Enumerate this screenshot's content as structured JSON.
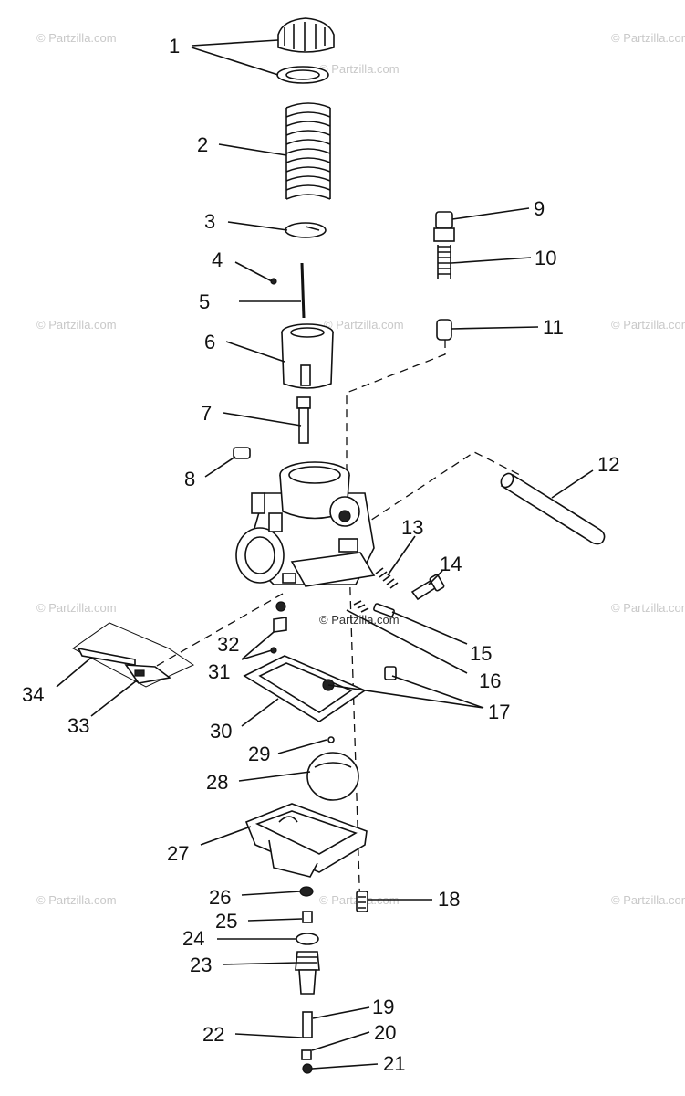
{
  "watermark": "© Partzilla.com",
  "callouts": [
    "1",
    "2",
    "3",
    "4",
    "5",
    "6",
    "7",
    "8",
    "9",
    "10",
    "11",
    "12",
    "13",
    "14",
    "15",
    "16",
    "17",
    "18",
    "19",
    "20",
    "21",
    "22",
    "23",
    "24",
    "25",
    "26",
    "27",
    "28",
    "29",
    "30",
    "31",
    "32",
    "33",
    "34"
  ]
}
